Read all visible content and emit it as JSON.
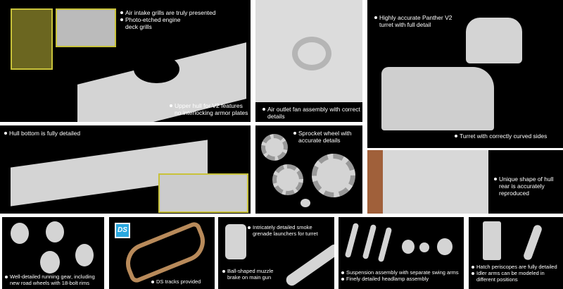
{
  "panels": {
    "upper_hull": {
      "lines": [
        "Air intake grills are truly presented",
        "Photo-etched engine",
        "deck grills"
      ],
      "lines2": [
        "Upper hull for V2 features",
        "no interlocking armor plates"
      ]
    },
    "fan": {
      "lines": [
        "Air outlet fan assembly with correct",
        "details"
      ]
    },
    "turret": {
      "lines": [
        "Highly accurate Panther V2",
        "turret with full detail"
      ],
      "lines2": [
        "Turret with correctly curved sides"
      ]
    },
    "hull_bottom": {
      "lines": [
        "Hull bottom is fully detailed"
      ]
    },
    "sprocket": {
      "lines": [
        "Sprocket wheel with",
        "accurate details"
      ]
    },
    "hull_rear": {
      "lines": [
        "Unique shape of hull",
        "rear is accurately",
        "reproduced"
      ]
    },
    "running_gear": {
      "lines": [
        "Well-detailed running gear, including",
        "new road wheels with 18-bolt rims"
      ]
    },
    "tracks": {
      "logo": "DS",
      "lines": [
        "DS tracks provided"
      ]
    },
    "smoke": {
      "lines": [
        "Intricately detailed smoke",
        "grenade launchers for turret"
      ],
      "lines2": [
        "Ball-shaped muzzle",
        "brake on main gun"
      ]
    },
    "suspension": {
      "lines": [
        "Suspension assembly with separate swing arms",
        "Finely detailed headlamp assembly"
      ]
    },
    "periscopes": {
      "lines": [
        "Hatch periscopes are fully detailed",
        "Idler arms can be modeled in",
        "different positions"
      ]
    }
  },
  "colors": {
    "callout": "#c8c23a",
    "background": "#000000",
    "part": "#d4d4d4",
    "track": "#b88a5a"
  }
}
